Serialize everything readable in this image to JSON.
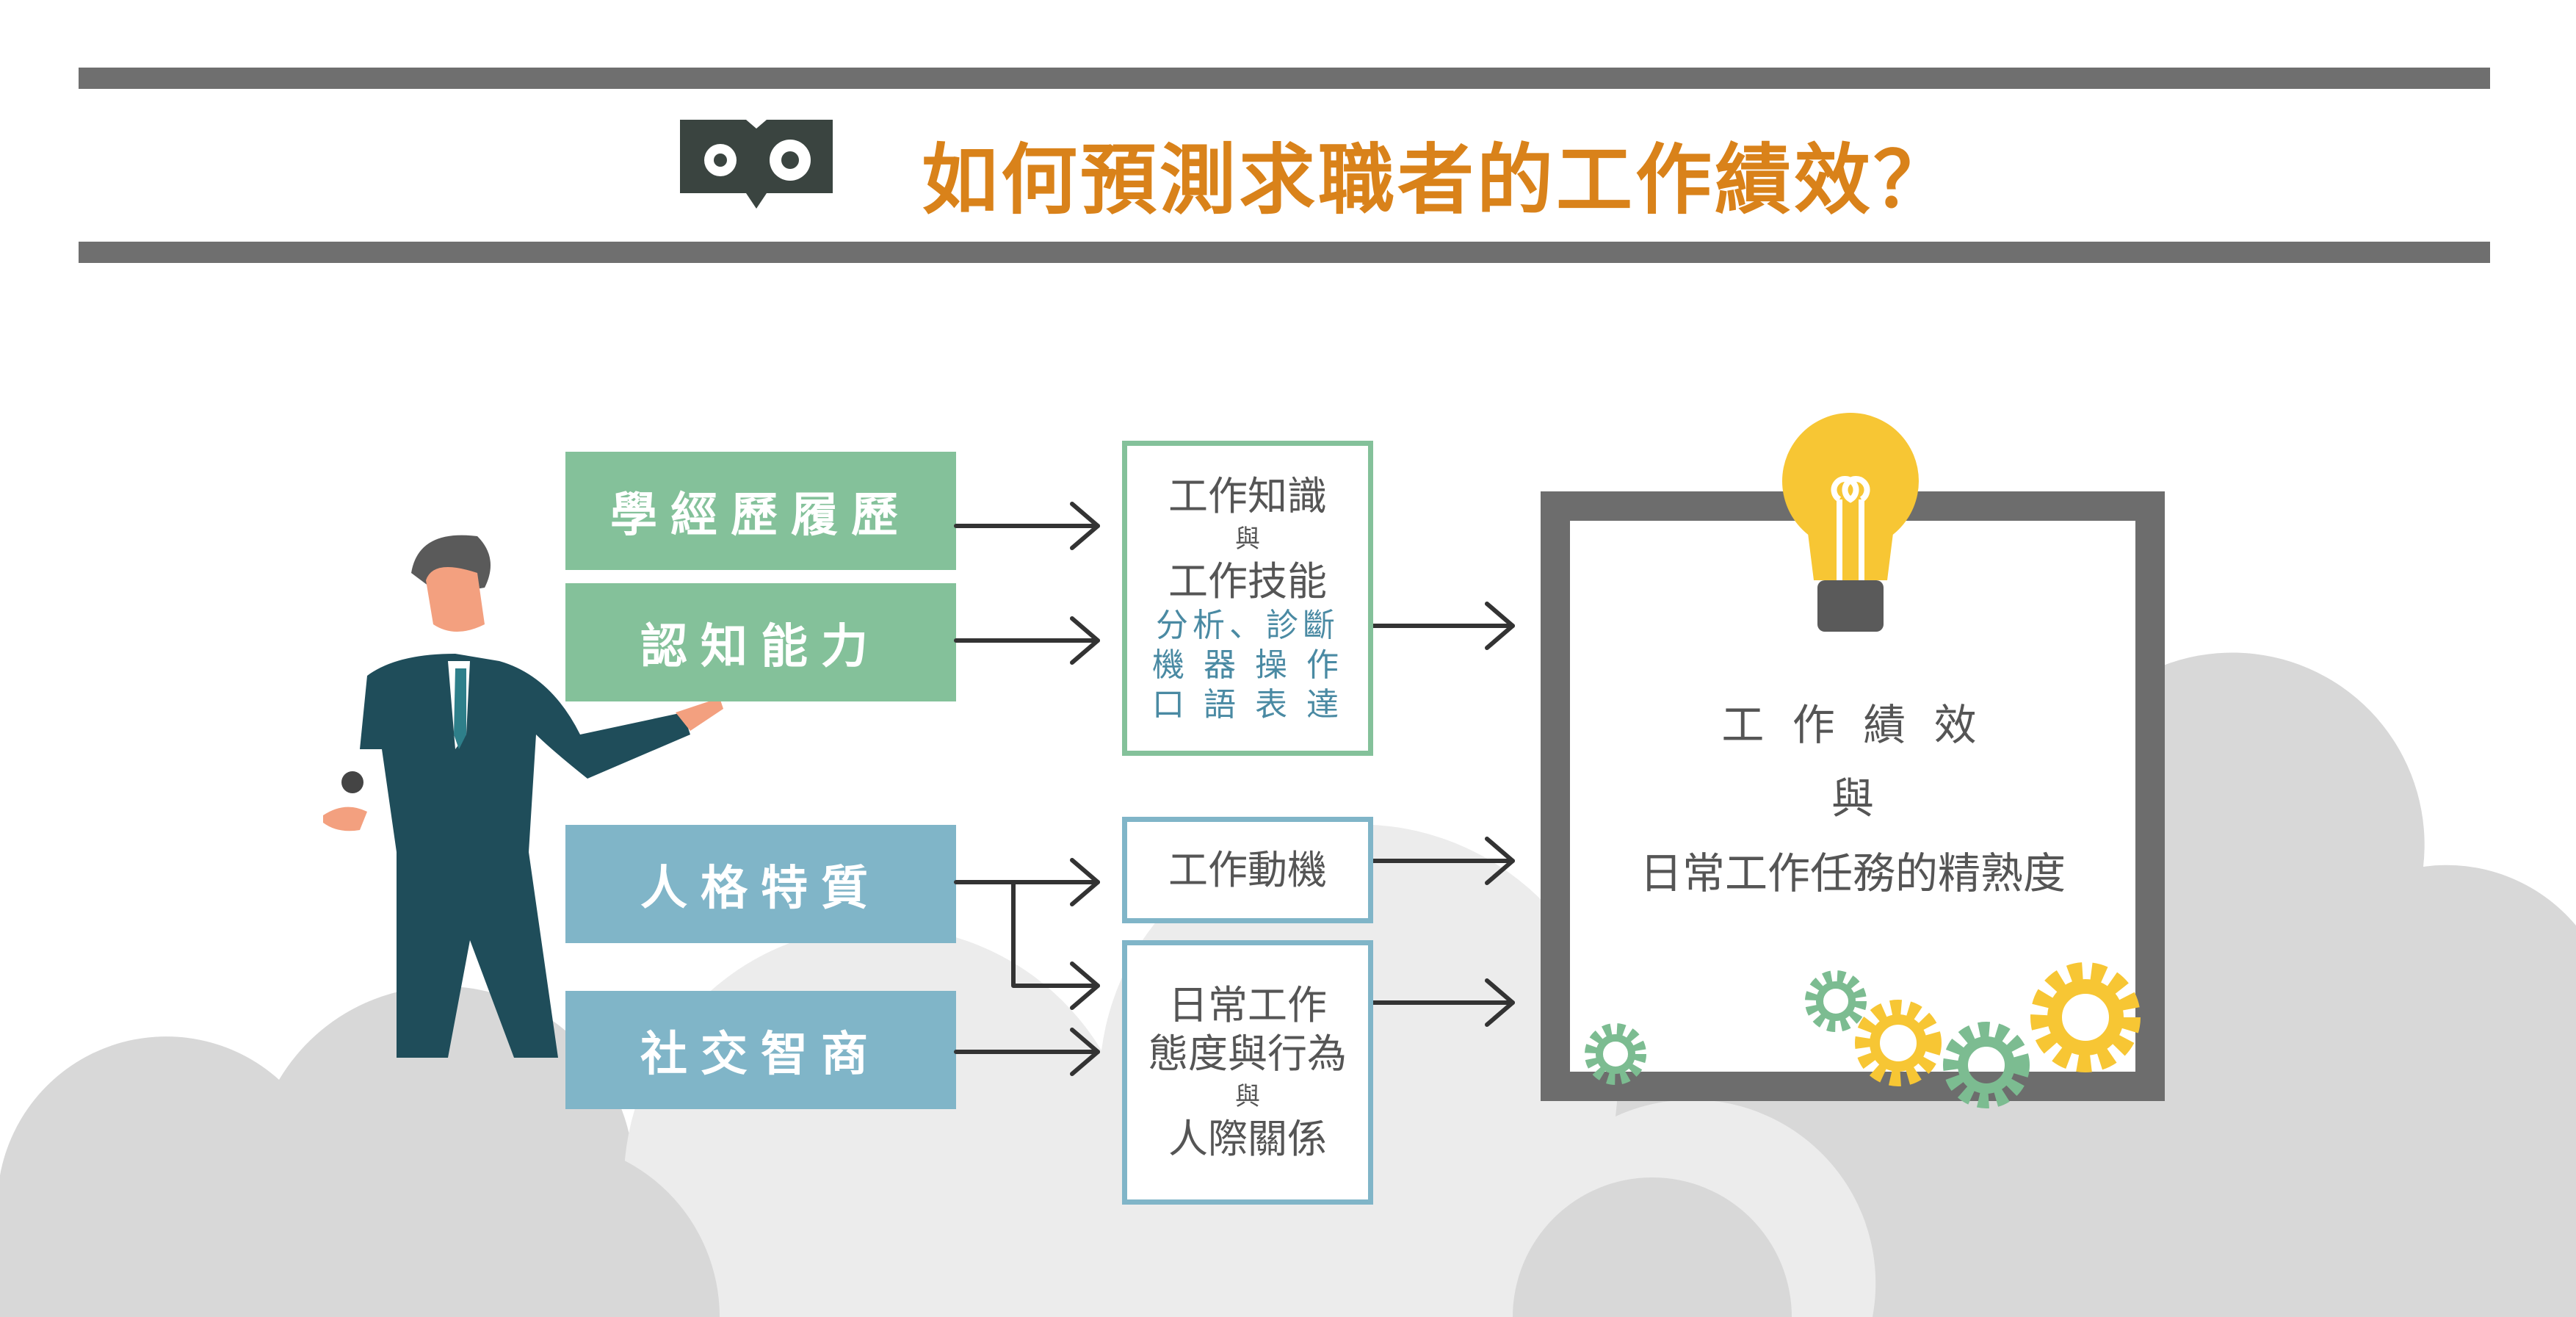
{
  "header": {
    "title": "如何預測求職者的工作績效？",
    "logo": "owl-book-logo"
  },
  "predictors": [
    {
      "label": "學經歷履歷",
      "color": "#84c19a"
    },
    {
      "label": "認知能力",
      "color": "#84c19a"
    },
    {
      "label": "人格特質",
      "color": "#80b5c8"
    },
    {
      "label": "社交智商",
      "color": "#80b5c8"
    }
  ],
  "mediators": {
    "knowledge": {
      "line1": "工作知識",
      "conj": "與",
      "line2": "工作技能",
      "details": [
        "分析、診斷",
        "機 器 操 作",
        "口 語 表 達"
      ]
    },
    "motivation": {
      "label": "工作動機"
    },
    "behavior": {
      "line1": "日常工作",
      "line2": "態度與行為",
      "conj": "與",
      "line3": "人際關係"
    }
  },
  "outcome": {
    "line1": "工 作 績 效",
    "conj": "與",
    "line2": "日常工作任務的精熟度"
  },
  "colors": {
    "accent": "#d9821a",
    "green": "#84c19a",
    "blue": "#80b5c8",
    "frame": "#6d6d6d",
    "bulb": "#f7c634"
  }
}
